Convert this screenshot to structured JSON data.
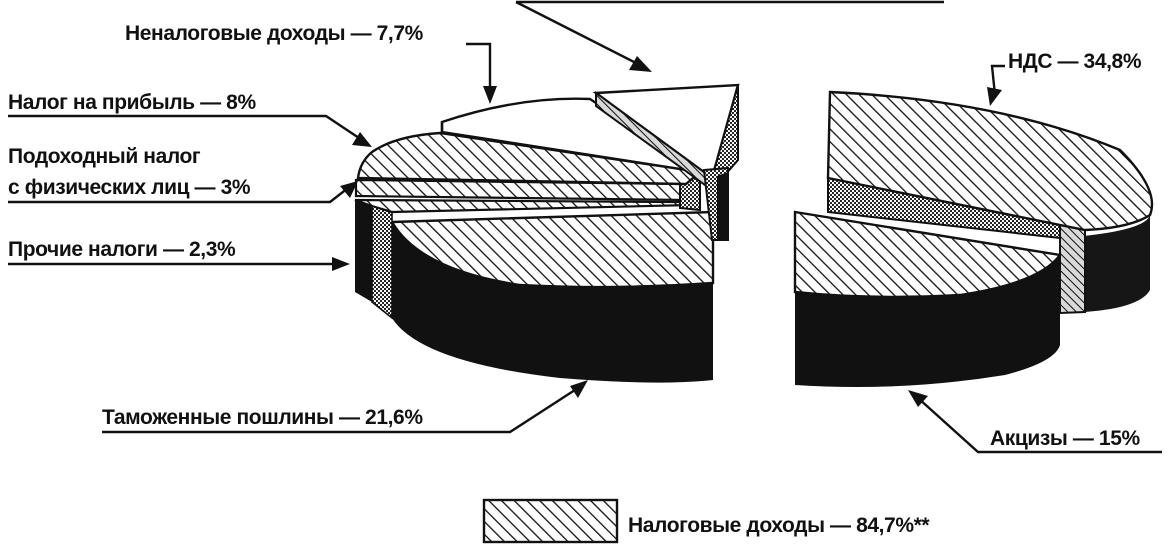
{
  "chart_data": {
    "type": "pie",
    "style": "exploded 3D pie with hatched tax-revenue slices",
    "slices": [
      {
        "key": "nds",
        "label": "НДС — 34,8%",
        "value": 34.8,
        "fill": "hatch"
      },
      {
        "key": "akcizy",
        "label": "Акцизы — 15%",
        "value": 15.0,
        "fill": "hatch"
      },
      {
        "key": "tamozh",
        "label": "Таможенные пошлины — 21,6%",
        "value": 21.6,
        "fill": "hatch"
      },
      {
        "key": "prochie",
        "label": "Прочие налоги — 2,3%",
        "value": 2.3,
        "fill": "hatch"
      },
      {
        "key": "podoh",
        "label_lines": [
          "Подоходный налог",
          "с физических лиц — 3%"
        ],
        "value": 3.0,
        "fill": "hatch"
      },
      {
        "key": "pribyl",
        "label": "Налог на прибыль — 8%",
        "value": 8.0,
        "fill": "hatch"
      },
      {
        "key": "nenalog",
        "label": "Неналоговые доходы — 7,7%",
        "value": 7.7,
        "fill": "plain"
      }
    ],
    "legend": {
      "label": "Налоговые доходы — 84,7%**",
      "swatch": "hatch",
      "placement": "bottom"
    },
    "colors": {
      "ink": "#111111",
      "paper": "#ffffff",
      "side": "#1a1a1a"
    }
  }
}
